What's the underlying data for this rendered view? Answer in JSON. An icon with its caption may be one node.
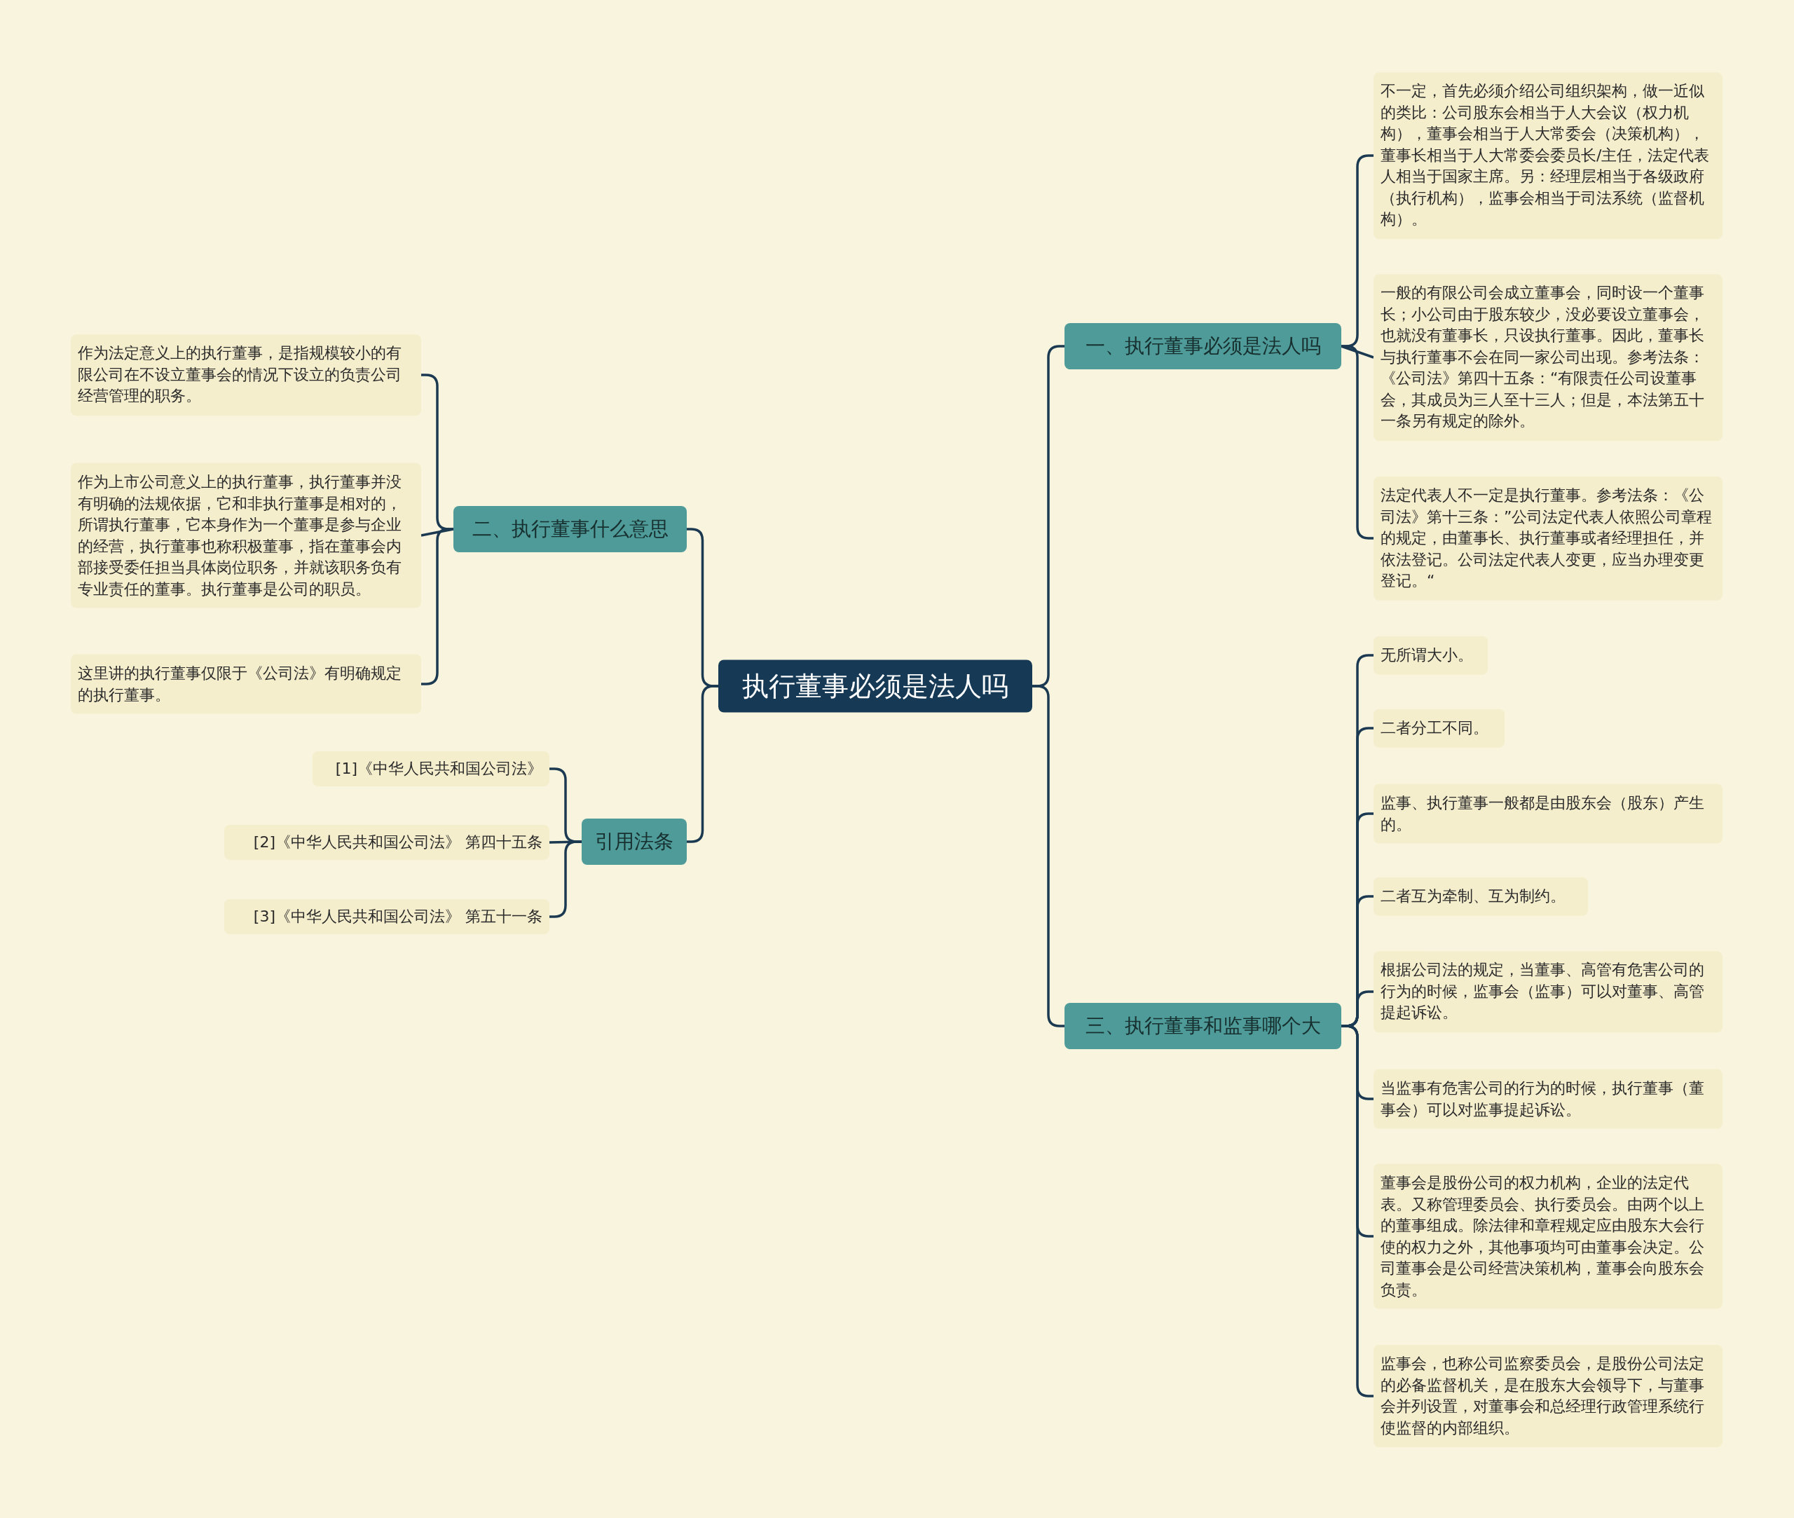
{
  "diagram": {
    "nodes": [
      {
        "text": [
          "执行董事必须是法人吗"
        ]
      },
      {
        "text": [
          "一、执行董事必须是法人吗"
        ]
      },
      {
        "text": [
          "不一定，首先必须介绍公司组织架构，做一近似的类比：公司股东会相当于人大会议（权力机构），董事会相当于人大常委会（决策机构），董事长相当于人大常委会委员长/主任，法定代表人相当于国家主席。另：经理层相当于各级政府（执行机构），监事会相当于司法系统（监督机构）。"
        ]
      },
      {
        "text": [
          "一般的有限公司会成立董事会，同时设一个董事长；小公司由于股东较少，没必要设立董事会，也就没有董事长，只设执行董事。因此，董事长与执行董事不会在同一家公司出现。参考法条：《公司法》第四十五条：“有限责任公司设董事会，其成员为三人至十三人；但是，本法第五十一条另有规定的除外。"
        ]
      },
      {
        "text": [
          "法定代表人不一定是执行董事。参考法条：《公司法》第十三条：”公司法定代表人依照公司章程的规定，由董事长、执行董事或者经理担任，并依法登记。公司法定代表人变更，应当办理变更登记。“"
        ]
      },
      {
        "text": [
          "三、执行董事和监事哪个大"
        ]
      },
      {
        "text": [
          "无所谓大小。"
        ]
      },
      {
        "text": [
          "二者分工不同。"
        ]
      },
      {
        "text": [
          "监事、执行董事一般都是由股东会（股东）产生的。"
        ]
      },
      {
        "text": [
          "二者互为牵制、互为制约。"
        ]
      },
      {
        "text": [
          "根据公司法的规定，当董事、高管有危害公司的行为的时候，监事会（监事）可以对董事、高管提起诉讼。"
        ]
      },
      {
        "text": [
          "当监事有危害公司的行为的时候，执行董事（董事会）可以对监事提起诉讼。"
        ]
      },
      {
        "text": [
          "董事会是股份公司的权力机构，企业的法定代表。又称管理委员会、执行委员会。由两个以上的董事组成。除法律和章程规定应由股东大会行使的权力之外，其他事项均可由董事会决定。公司董事会是公司经营决策机构，董事会向股东会负责。"
        ]
      },
      {
        "text": [
          "监事会，也称公司监察委员会，是股份公司法定的必备监督机关，是在股东大会领导下，与董事会并列设置，对董事会和总经理行政管理系统行使监督的内部组织。"
        ]
      },
      {
        "text": [
          "二、执行董事什么意思"
        ]
      },
      {
        "text": [
          "作为法定意义上的执行董事，是指规模较小的有限公司在不设立董事会的情况下设立的负责公司经营管理的职务。"
        ]
      },
      {
        "text": [
          "作为上市公司意义上的执行董事，执行董事并没有明确的法规依据，它和非执行董事是相对的，所谓执行董事，它本身作为一个董事是参与企业的经营，执行董事也称积极董事，指在董事会内部接受委任担当具体岗位职务，并就该职务负有专业责任的董事。执行董事是公司的职员。"
        ]
      },
      {
        "text": [
          "这里讲的执行董事仅限于《公司法》有明确规定的执行董事。"
        ]
      },
      {
        "text": [
          "引用法条"
        ]
      },
      {
        "text": [
          "[1]《中华人民共和国公司法》"
        ]
      },
      {
        "text": [
          "[2]《中华人民共和国公司法》 第四十五条"
        ]
      },
      {
        "text": [
          "[3]《中华人民共和国公司法》 第五十一条"
        ]
      }
    ],
    "edges": [
      {
        "from": 0,
        "to": 1,
        "arrow": "none"
      },
      {
        "from": 1,
        "to": 2,
        "arrow": "none"
      },
      {
        "from": 1,
        "to": 3,
        "arrow": "none"
      },
      {
        "from": 1,
        "to": 4,
        "arrow": "none"
      },
      {
        "from": 0,
        "to": 5,
        "arrow": "none"
      },
      {
        "from": 5,
        "to": 6,
        "arrow": "none"
      },
      {
        "from": 5,
        "to": 7,
        "arrow": "none"
      },
      {
        "from": 5,
        "to": 8,
        "arrow": "none"
      },
      {
        "from": 5,
        "to": 9,
        "arrow": "none"
      },
      {
        "from": 5,
        "to": 10,
        "arrow": "none"
      },
      {
        "from": 5,
        "to": 11,
        "arrow": "none"
      },
      {
        "from": 5,
        "to": 12,
        "arrow": "none"
      },
      {
        "from": 5,
        "to": 13,
        "arrow": "none"
      },
      {
        "from": 0,
        "to": 14,
        "arrow": "none"
      },
      {
        "from": 14,
        "to": 15,
        "arrow": "none"
      },
      {
        "from": 14,
        "to": 16,
        "arrow": "none"
      },
      {
        "from": 14,
        "to": 17,
        "arrow": "none"
      },
      {
        "from": 0,
        "to": 18,
        "arrow": "none"
      },
      {
        "from": 18,
        "to": 19,
        "arrow": "none"
      },
      {
        "from": 18,
        "to": 20,
        "arrow": "none"
      },
      {
        "from": 18,
        "to": 21,
        "arrow": "none"
      }
    ]
  }
}
